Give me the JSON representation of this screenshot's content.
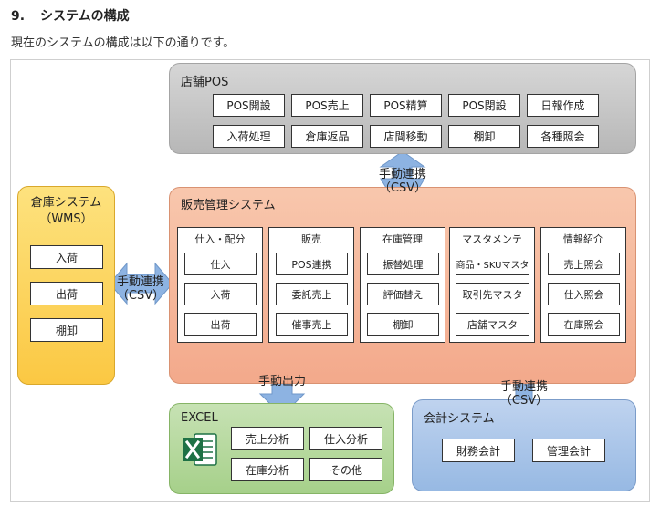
{
  "header": {
    "number": "9.",
    "title": "システムの構成"
  },
  "intro": "現在のシステムの構成は以下の通りです。",
  "colors": {
    "pos": "#c8c8c8",
    "sales": "#f5b497",
    "wms": "#fcd45a",
    "excel": "#b6d99e",
    "accounting": "#a9c5e9",
    "arrow": "#8db3e2"
  },
  "pos": {
    "title": "店舗POS",
    "row1": [
      "POS開設",
      "POS売上",
      "POS精算",
      "POS閉設",
      "日報作成"
    ],
    "row2": [
      "入荷処理",
      "倉庫返品",
      "店間移動",
      "棚卸",
      "各種照会"
    ]
  },
  "sales": {
    "title": "販売管理システム",
    "columns": [
      {
        "title": "仕入・配分",
        "items": [
          "仕入",
          "入荷",
          "出荷"
        ]
      },
      {
        "title": "販売",
        "items": [
          "POS連携",
          "委託売上",
          "催事売上"
        ]
      },
      {
        "title": "在庫管理",
        "items": [
          "振替処理",
          "評価替え",
          "棚卸"
        ]
      },
      {
        "title": "マスタメンテ",
        "items": [
          "商品・SKUマスタ",
          "取引先マスタ",
          "店舗マスタ"
        ]
      },
      {
        "title": "情報紹介",
        "items": [
          "売上照会",
          "仕入照会",
          "在庫照会"
        ]
      }
    ]
  },
  "wms": {
    "title_line1": "倉庫システム",
    "title_line2": "（WMS）",
    "items": [
      "入荷",
      "出荷",
      "棚卸"
    ]
  },
  "excel": {
    "title": "EXCEL",
    "icon": "excel-icon",
    "items": [
      "売上分析",
      "仕入分析",
      "在庫分析",
      "その他"
    ]
  },
  "accounting": {
    "title": "会計システム",
    "items": [
      "財務会計",
      "管理会計"
    ]
  },
  "arrows": {
    "pos_sales": {
      "line1": "手動連携",
      "line2": "（CSV）"
    },
    "wms_sales": {
      "line1": "手動連携",
      "line2": "（CSV）"
    },
    "sales_excel": {
      "line1": "手動出力"
    },
    "sales_accounting": {
      "line1": "手動連携",
      "line2": "（CSV）"
    }
  }
}
